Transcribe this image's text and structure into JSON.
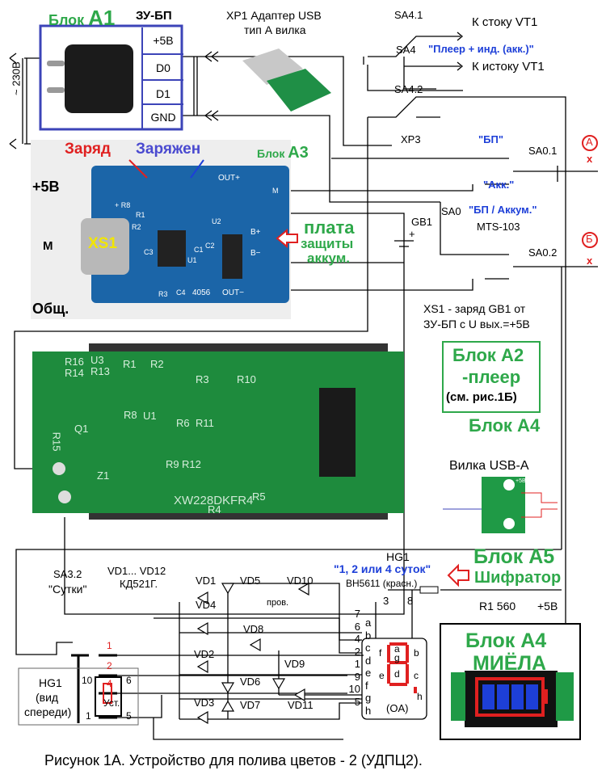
{
  "block_a1": {
    "title": "Блок",
    "id": "A1",
    "subtitle": "ЗУ-БП",
    "pins": [
      "+5В",
      "D0",
      "D1",
      "GND"
    ],
    "mains": "~ 230В"
  },
  "xp1": {
    "line1": "XP1 Адаптер USB",
    "line2": "тип А вилка"
  },
  "sa4": {
    "sa41": "SA4.1",
    "drain": "К стоку VT1",
    "sa4": "SA4",
    "mode": "\"Плеер + инд. (акк.)\"",
    "source": "К истоку VT1",
    "sa42": "SA4.2"
  },
  "sa0": {
    "xp3": "XP3",
    "bp": "\"БП\"",
    "sa01": "SA0.1",
    "akk": "\"Акк.\"",
    "sa0": "SA0",
    "mode": "\"БП / Аккум.\"",
    "model": "MTS-103",
    "sa02": "SA0.2",
    "mark_a": "А",
    "mark_b": "Б",
    "cross": "x"
  },
  "block_a3": {
    "charge": "Заряд",
    "charged": "Заряжен",
    "title": "Блок",
    "id": "A3",
    "plus5": "+5В",
    "common": "Общ.",
    "xs1": "XS1",
    "motor": "M",
    "protection": [
      "плата",
      "защиты",
      "аккум."
    ],
    "board_labels": [
      "+ R8",
      "R1",
      "R2",
      "U1",
      "U2",
      "C1",
      "C2",
      "C3",
      "R3",
      "C4",
      "4056",
      "OUT+",
      "B+",
      "B−",
      "OUT−",
      "M"
    ]
  },
  "gb1": {
    "label": "GB1",
    "plus": "+"
  },
  "note_xs1": {
    "line1": "XS1 - заряд GB1 от",
    "line2": "ЗУ-БП с U вых.=+5В"
  },
  "block_a2": {
    "line1": "Блок A2",
    "line2": "-плеер",
    "line3": "(см. рис.1Б)",
    "a4": "Блок A4"
  },
  "pcb": {
    "marking": "XW228DKFR4",
    "labels": [
      "R16",
      "U3",
      "R14",
      "R13",
      "R1",
      "R2",
      "R3",
      "R10",
      "R8",
      "U1",
      "R6",
      "R11",
      "Q1",
      "R15",
      "Z1",
      "R9",
      "R12",
      "R5",
      "R4"
    ]
  },
  "usb_a": {
    "title": "Вилка USB-A",
    "pin": "+5В"
  },
  "encoder": {
    "hg1": "HG1",
    "variants": "\"1, 2 или 4 суток\"",
    "part": "BH5611 (красн.)",
    "a5_title": "Блок A5",
    "a5_sub": "Шифратор",
    "r1": "R1  560",
    "plus5": "+5В",
    "pins_top": [
      "3",
      "8"
    ],
    "pins_left": [
      "7",
      "6",
      "4",
      "2",
      "1",
      "9",
      "10",
      "5"
    ],
    "segments": [
      "a",
      "b",
      "c",
      "d",
      "e",
      "f",
      "g",
      "h"
    ],
    "oa": "(OA)",
    "seg_labels": {
      "a": "a",
      "g": "g",
      "d": "d",
      "f": "f",
      "b": "b",
      "e": "e",
      "c": "c",
      "h": "h"
    }
  },
  "diodes": {
    "range": "VD1... VD12",
    "type": "КД521Г.",
    "names": [
      "VD1",
      "VD5",
      "VD10",
      "VD4",
      "VD8",
      "VD2",
      "VD9",
      "VD6",
      "VD11",
      "VD3",
      "VD7"
    ],
    "wire": "пров."
  },
  "sa32": {
    "name": "SA3.2",
    "label": "\"Сутки\"",
    "positions": [
      "1",
      "2",
      "4",
      "Уст."
    ]
  },
  "hg1_front": {
    "line1": "HG1",
    "line2": "(вид",
    "line3": "спереди)",
    "pins": [
      "10",
      "6",
      "1",
      "5"
    ]
  },
  "block_a4_mielo": {
    "line1": "Блок A4",
    "line2": "МИЁЛА"
  },
  "caption": "Рисунок 1А.  Устройство для полива цветов - 2 (УДПЦ2).",
  "colors": {
    "green": "#2ea84a",
    "blue": "#1d3fd8",
    "red": "#e02020",
    "frame": "#3c44b8"
  }
}
